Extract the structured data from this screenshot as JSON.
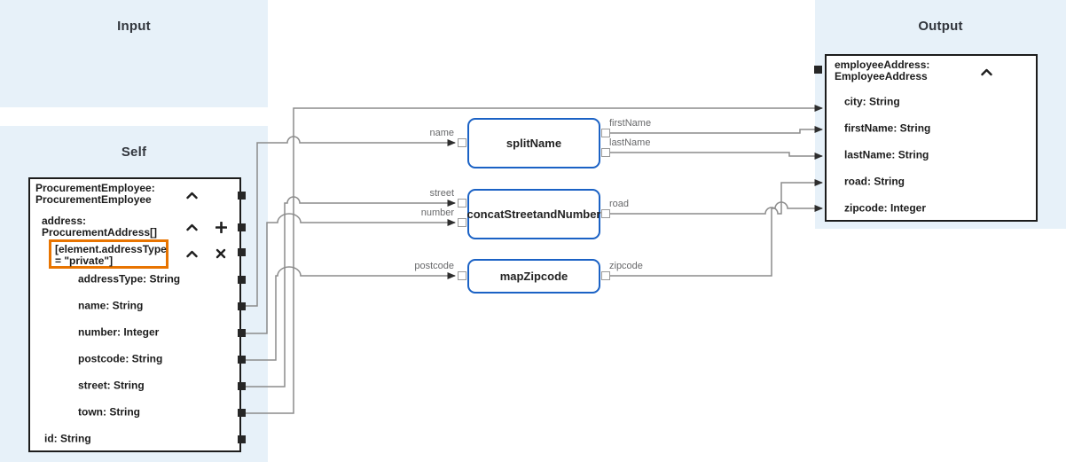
{
  "colors": {
    "panel_bg": "#e7f1f9",
    "function_border_blue": "#1b62c5",
    "highlight_orange": "#e87400",
    "wire_gray": "#8c8c8c",
    "box_border": "#1c1c1c"
  },
  "panels": {
    "input": {
      "title": "Input"
    },
    "self": {
      "title": "Self"
    },
    "output": {
      "title": "Output"
    }
  },
  "self_box": {
    "rows": [
      {
        "label": "ProcurementEmployee: ProcurementEmployee",
        "controls": [
          "collapse"
        ]
      },
      {
        "label": "address: ProcurementAddress[]",
        "controls": [
          "collapse",
          "add"
        ]
      },
      {
        "label": "[element.addressType = \"private\"]",
        "controls": [
          "collapse",
          "remove"
        ],
        "highlighted": true
      },
      {
        "label": "addressType: String"
      },
      {
        "label": "name: String"
      },
      {
        "label": "number: Integer"
      },
      {
        "label": "postcode: String"
      },
      {
        "label": "street: String"
      },
      {
        "label": "town: String"
      },
      {
        "label": "id: String"
      }
    ]
  },
  "output_box": {
    "header": "employeeAddress: EmployeeAddress",
    "controls": [
      "collapse"
    ],
    "fields": [
      "city: String",
      "firstName: String",
      "lastName: String",
      "road: String",
      "zipcode: Integer"
    ]
  },
  "functions": [
    {
      "name": "splitName",
      "inputs": [
        "name"
      ],
      "outputs": [
        "firstName",
        "lastName"
      ]
    },
    {
      "name": "concatStreetandNumber",
      "inputs": [
        "street",
        "number"
      ],
      "outputs": [
        "road"
      ]
    },
    {
      "name": "mapZipcode",
      "inputs": [
        "postcode"
      ],
      "outputs": [
        "zipcode"
      ]
    }
  ],
  "connections": [
    {
      "from": "self.name",
      "to": "splitName.name"
    },
    {
      "from": "self.number",
      "to": "concatStreetandNumber.number"
    },
    {
      "from": "self.postcode",
      "to": "mapZipcode.postcode"
    },
    {
      "from": "self.street",
      "to": "concatStreetandNumber.street"
    },
    {
      "from": "self.town",
      "to": "output.city"
    },
    {
      "from": "splitName.firstName",
      "to": "output.firstName"
    },
    {
      "from": "splitName.lastName",
      "to": "output.lastName"
    },
    {
      "from": "concatStreetandNumber.road",
      "to": "output.road"
    },
    {
      "from": "mapZipcode.zipcode",
      "to": "output.zipcode"
    }
  ]
}
